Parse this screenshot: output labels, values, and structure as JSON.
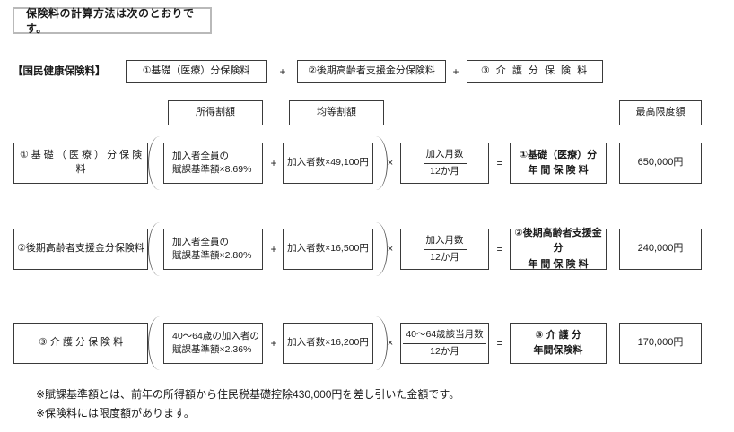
{
  "title": "保険料の計算方法は次のとおりです。",
  "formula_header": {
    "label": "【国民健康保険料】",
    "term1": "①基礎（医療）分保険料",
    "term2": "②後期高齢者支援金分保険料",
    "term3": "③ 介 護 分 保 険 料"
  },
  "column_headers": {
    "income": "所得割額",
    "equal": "均等割額",
    "max": "最高限度額"
  },
  "operators": {
    "plus": "+",
    "times": "×",
    "equals": "="
  },
  "rows": [
    {
      "label": "① 基 礎 （ 医 療 ） 分 保 険 料",
      "income_line1": "加入者全員の",
      "income_line2": "賦課基準額×8.69%",
      "equal": "加入者数×49,100円",
      "months_num": "加入月数",
      "months_den": "12か月",
      "result_line1": "①基礎（医療）分",
      "result_line2": "年 間 保 険 料",
      "max": "650,000円"
    },
    {
      "label": "②後期高齢者支援金分保険料",
      "income_line1": "加入者全員の",
      "income_line2": "賦課基準額×2.80%",
      "equal": "加入者数×16,500円",
      "months_num": "加入月数",
      "months_den": "12か月",
      "result_line1": "②後期高齢者支援金分",
      "result_line2": "年 間 保 険 料",
      "max": "240,000円"
    },
    {
      "label": "③ 介 護 分 保 険 料",
      "income_line1": "40～64歳の加入者の",
      "income_line2": "賦課基準額×2.36%",
      "equal": "加入者数×16,200円",
      "months_num": "40～64歳該当月数",
      "months_den": "12か月",
      "result_line1": "③ 介 護 分",
      "result_line2": "年間保険料",
      "max": "170,000円"
    }
  ],
  "notes": [
    "※賦課基準額とは、前年の所得額から住民税基礎控除430,000円を差し引いた金額です。",
    "※保険料には限度額があります。"
  ]
}
